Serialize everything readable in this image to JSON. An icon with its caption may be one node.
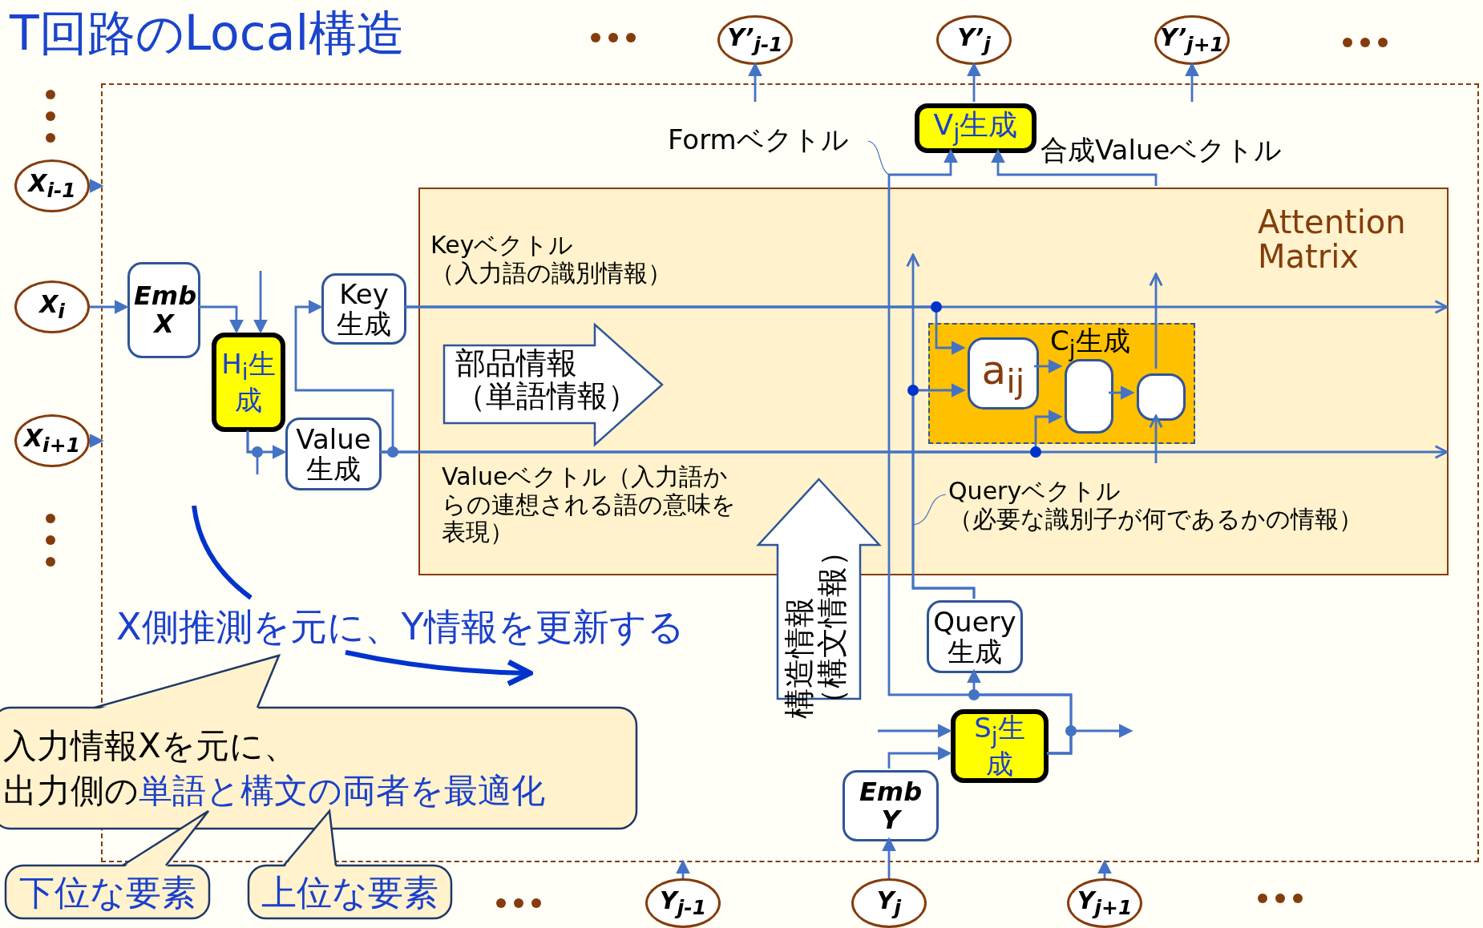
{
  "diagram": {
    "title": "T回路のLocal構造",
    "nodes": [
      {
        "text": [],
        "shape": "box"
      },
      {
        "text": [
          "X$_{i-1}$"
        ]
      },
      {
        "text": [
          "X$_{i}$"
        ]
      },
      {
        "text": [
          "X$_{i+1}$"
        ]
      },
      {
        "text": [
          "Y’$_{j-1}$"
        ]
      },
      {
        "text": [
          "Y’$_{j}$"
        ]
      },
      {
        "text": [
          "Y’$_{j+1}$"
        ]
      },
      {
        "text": [
          "Emb X"
        ],
        "in": 0
      },
      {
        "text": [
          "H$_{i}$生成"
        ],
        "in": 0
      },
      {
        "text": [
          "Key生成"
        ],
        "in": 0
      },
      {
        "text": [
          "Value生成"
        ],
        "in": 0
      },
      {
        "text": [
          "Attention Matrix"
        ],
        "in": 0
      },
      {
        "text": [
          "部品情報（単語情報）"
        ],
        "in": 11
      },
      {
        "text": [
          "C$_{j}$生成"
        ],
        "in": 11
      },
      {
        "text": [
          "a$_{ij}$"
        ],
        "in": 13
      },
      {
        "text": [],
        "shape": "box",
        "in": 13
      },
      {
        "text": [],
        "shape": "box",
        "in": 13
      },
      {
        "text": [
          "構造情報（構文情報）"
        ],
        "in": 0
      },
      {
        "text": [
          "Query生成"
        ],
        "in": 0
      },
      {
        "text": [
          "S$_{j}$生成"
        ],
        "in": 0
      },
      {
        "text": [
          "Emb Y"
        ],
        "in": 0
      },
      {
        "text": [
          "V$_{j}$生成"
        ],
        "in": 0
      },
      {
        "text": [
          "Y$_{j-1}$"
        ]
      },
      {
        "text": [
          "Y$_{j}$"
        ]
      },
      {
        "text": [
          "Y$_{j+1}$"
        ]
      },
      {
        "text": [
          "入力情報Xを元に、",
          "出力側の",
          "単語と構文の両者を最適化"
        ]
      },
      {
        "text": [
          "下位な要素"
        ]
      },
      {
        "text": [
          "上位な要素"
        ]
      }
    ],
    "edges": [
      {
        "from": 1,
        "to": 0,
        "arrow": "to"
      },
      {
        "from": 2,
        "to": 7,
        "arrow": "to"
      },
      {
        "from": 3,
        "to": 0,
        "arrow": "to"
      },
      {
        "from": 7,
        "to": 8,
        "arrow": "to"
      },
      {
        "from": null,
        "to": 8,
        "arrow": "to"
      },
      {
        "from": 8,
        "to": 10,
        "arrow": "to"
      },
      {
        "from": 8,
        "to": null,
        "arrow": "none"
      },
      {
        "from": 10,
        "to": 9,
        "arrow": "to"
      },
      {
        "from": 9,
        "to": 11,
        "arrow": "to",
        "label": "Keyベクトル（入力語の識別情報）"
      },
      {
        "from": 9,
        "to": 14,
        "arrow": "to"
      },
      {
        "from": 10,
        "to": 11,
        "arrow": "to",
        "label": "Valueベクトル（入力語からの連想される語の意味を表現）"
      },
      {
        "from": 10,
        "to": 15,
        "arrow": "to"
      },
      {
        "from": 14,
        "to": 15,
        "arrow": "to"
      },
      {
        "from": 15,
        "to": 16,
        "arrow": "to"
      },
      {
        "from": null,
        "to": 16,
        "arrow": "to"
      },
      {
        "from": 16,
        "to": null,
        "arrow": "to"
      },
      {
        "from": 11,
        "to": 21,
        "arrow": "to",
        "label": "合成Valueベクトル"
      },
      {
        "from": 19,
        "to": 21,
        "arrow": "to",
        "label": "Formベクトル"
      },
      {
        "from": 19,
        "to": 18,
        "arrow": "to"
      },
      {
        "from": 19,
        "to": null,
        "arrow": "to"
      },
      {
        "from": 17,
        "to": 19,
        "arrow": "to"
      },
      {
        "from": 20,
        "to": 19,
        "arrow": "to"
      },
      {
        "from": 23,
        "to": 20,
        "arrow": "to"
      },
      {
        "from": 22,
        "to": 0,
        "arrow": "to"
      },
      {
        "from": 24,
        "to": 0,
        "arrow": "to"
      },
      {
        "from": 21,
        "to": 5,
        "arrow": "to"
      },
      {
        "from": null,
        "to": 4,
        "arrow": "to"
      },
      {
        "from": null,
        "to": 6,
        "arrow": "to"
      },
      {
        "from": 18,
        "to": null,
        "arrow": "to",
        "label": "Queryベクトル（必要な識別子が何であるかの情報）"
      },
      {
        "from": 18,
        "to": 14,
        "arrow": "to"
      }
    ],
    "labels": [
      "X側推測を元に、Y情報を更新する"
    ]
  }
}
